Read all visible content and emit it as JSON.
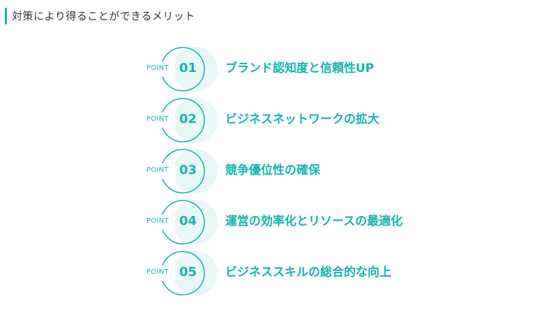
{
  "header": {
    "title": "対策により得ることができるメリット"
  },
  "points": [
    {
      "label": "POINT",
      "number": "01",
      "text": "ブランド認知度と信頼性UP"
    },
    {
      "label": "POINT",
      "number": "02",
      "text": "ビジネスネットワークの拡大"
    },
    {
      "label": "POINT",
      "number": "03",
      "text": "競争優位性の確保"
    },
    {
      "label": "POINT",
      "number": "04",
      "text": "運営の効率化とリソースの最適化"
    },
    {
      "label": "POINT",
      "number": "05",
      "text": "ビジネススキルの総合的な向上"
    }
  ],
  "colors": {
    "accent": "#16b4b0",
    "accent_light": "#e9f7f7",
    "text_dark": "#333333"
  }
}
